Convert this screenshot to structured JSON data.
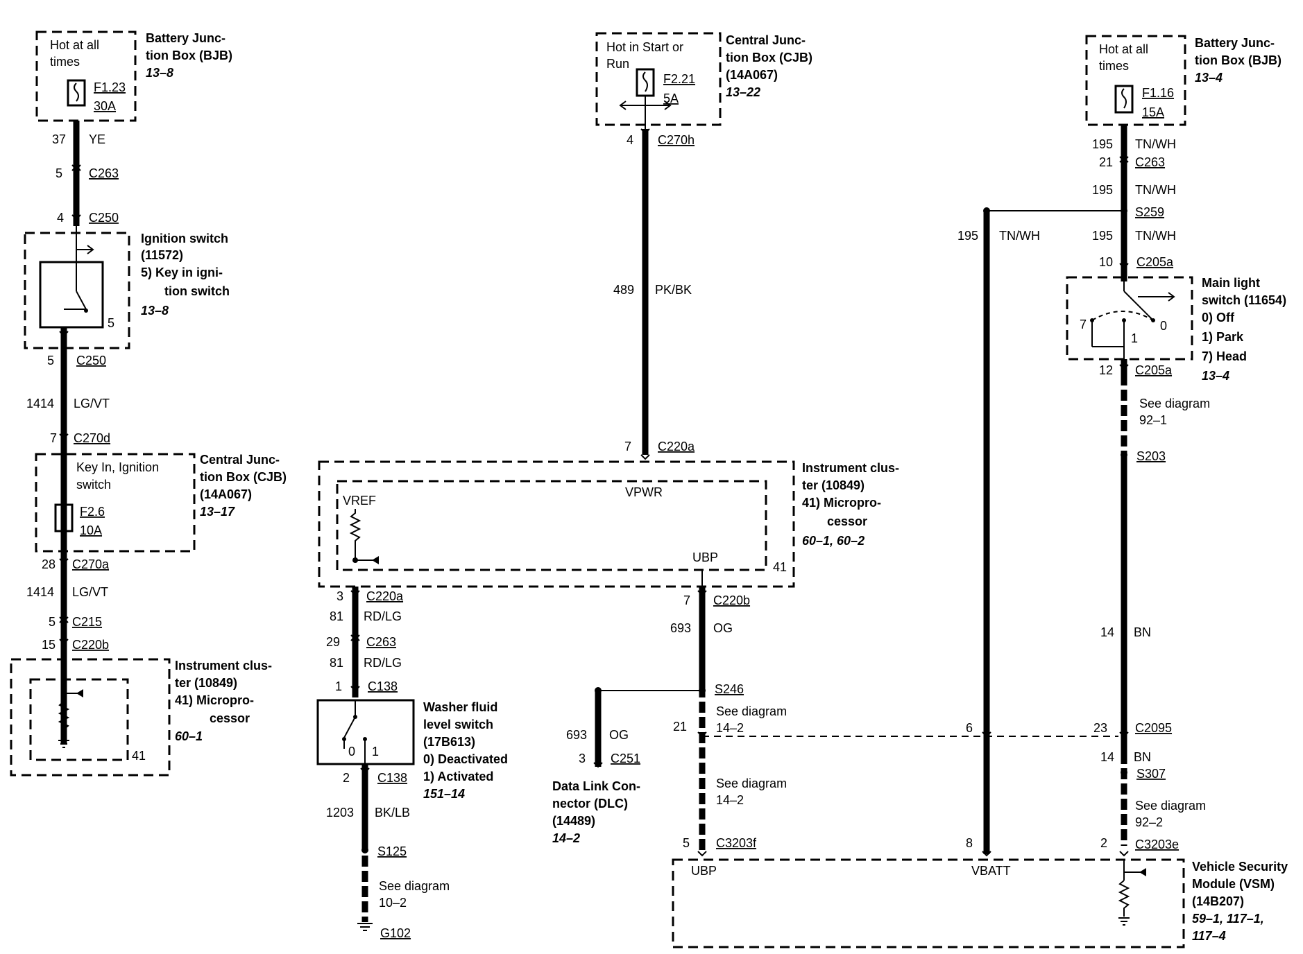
{
  "left": {
    "bjb_box": {
      "line1": "Hot at all",
      "line2": "times"
    },
    "bjb_label": {
      "line1": "Battery Junc-",
      "line2": "tion Box (BJB)",
      "ref": "13–8"
    },
    "fuse": {
      "id": "F1.23",
      "rating": "30A"
    },
    "w1": {
      "circuit": "37",
      "color": "YE"
    },
    "c263": {
      "pin": "5",
      "name": "C263"
    },
    "c250_top": {
      "pin": "4",
      "name": "C250"
    },
    "ign": {
      "line1": "Ignition switch",
      "line2": "(11572)",
      "line3": "5)   Key in igni-",
      "line4": "tion switch",
      "ref": "13–8",
      "pos": "5"
    },
    "c250_bot": {
      "pin": "5",
      "name": "C250"
    },
    "w2": {
      "circuit": "1414",
      "color": "LG/VT"
    },
    "c270d": {
      "pin": "7",
      "name": "C270d"
    },
    "cjb_box": {
      "line1": "Key In, Ignition",
      "line2": "switch"
    },
    "cjb_label": {
      "line1": "Central Junc-",
      "line2": "tion Box (CJB)",
      "line3": "(14A067)",
      "ref": "13–17"
    },
    "fuse2": {
      "id": "F2.6",
      "rating": "10A"
    },
    "c270a": {
      "pin": "28",
      "name": "C270a"
    },
    "w3": {
      "circuit": "1414",
      "color": "LG/VT"
    },
    "c215": {
      "pin": "5",
      "name": "C215"
    },
    "c220b": {
      "pin": "15",
      "name": "C220b"
    },
    "ic": {
      "line1": "Instrument clus-",
      "line2": "ter (10849)",
      "line3": "41)    Micropro-",
      "line4": "cessor",
      "ref": "60–1",
      "pin": "41"
    }
  },
  "middle": {
    "cjb_box": {
      "line1": "Hot in Start or",
      "line2": "Run"
    },
    "cjb_label": {
      "line1": "Central Junc-",
      "line2": "tion Box (CJB)",
      "line3": "(14A067)",
      "ref": "13–22"
    },
    "fuse": {
      "id": "F2.21",
      "rating": "5A"
    },
    "c270h": {
      "pin": "4",
      "name": "C270h"
    },
    "w1": {
      "circuit": "489",
      "color": "PK/BK"
    },
    "c220a_top": {
      "pin": "7",
      "name": "C220a"
    },
    "ic": {
      "line1": "Instrument clus-",
      "line2": "ter (10849)",
      "line3": "41)  Micropro-",
      "line4": "cessor",
      "ref": "60–1, 60–2",
      "vpwr": "VPWR",
      "vref": "VREF",
      "ubp": "UBP",
      "pin": "41"
    },
    "c220a_bot": {
      "pin": "3",
      "name": "C220a"
    },
    "w2": {
      "circuit": "81",
      "color": "RD/LG"
    },
    "c263": {
      "pin": "29",
      "name": "C263"
    },
    "w3": {
      "circuit": "81",
      "color": "RD/LG"
    },
    "c138_top": {
      "pin": "1",
      "name": "C138"
    },
    "washer": {
      "line1": "Washer fluid",
      "line2": "level switch",
      "line3": "(17B613)",
      "line4": "0)    Deactivated",
      "line5": "1)    Activated",
      "ref": "151–14",
      "p0": "0",
      "p1": "1"
    },
    "c138_bot": {
      "pin": "2",
      "name": "C138"
    },
    "w4": {
      "circuit": "1203",
      "color": "BK/LB"
    },
    "s125": "S125",
    "see_10_2": {
      "line1": "See diagram",
      "line2": "10–2"
    },
    "g102": "G102",
    "c220b": {
      "pin": "7",
      "name": "C220b"
    },
    "w5": {
      "circuit": "693",
      "color": "OG"
    },
    "s246": "S246",
    "see_14_2a": {
      "line1": "See diagram",
      "line2": "14–2"
    },
    "pin21": "21",
    "see_14_2b": {
      "line1": "See diagram",
      "line2": "14–2"
    },
    "c3203f": {
      "pin": "5",
      "name": "C3203f"
    },
    "dlc_wire": {
      "circuit": "693",
      "color": "OG"
    },
    "c251": {
      "pin": "3",
      "name": "C251"
    },
    "dlc": {
      "line1": "Data Link Con-",
      "line2": "nector (DLC)",
      "line3": "(14489)",
      "ref": "14–2"
    }
  },
  "right": {
    "bjb_box": {
      "line1": "Hot at all",
      "line2": "times"
    },
    "bjb_label": {
      "line1": "Battery Junc-",
      "line2": "tion Box (BJB)",
      "ref": "13–4"
    },
    "fuse": {
      "id": "F1.16",
      "rating": "15A"
    },
    "w1": {
      "circuit": "195",
      "color": "TN/WH"
    },
    "c263": {
      "pin": "21",
      "name": "C263"
    },
    "w2": {
      "circuit": "195",
      "color": "TN/WH"
    },
    "s259": "S259",
    "w3": {
      "circuit": "195",
      "color": "TN/WH"
    },
    "wvb": {
      "circuit": "195",
      "color": "TN/WH"
    },
    "c205a_top": {
      "pin": "10",
      "name": "C205a"
    },
    "mls": {
      "line1": "Main light",
      "line2": "switch (11654)",
      "line3": "0)    Off",
      "line4": "1)    Park",
      "line5": "7)    Head",
      "ref": "13–4",
      "p7": "7",
      "p0": "0",
      "p1": "1"
    },
    "c205a_bot": {
      "pin": "12",
      "name": "C205a"
    },
    "see_92_1": {
      "line1": "See diagram",
      "line2": "92–1"
    },
    "s203": "S203",
    "w4": {
      "circuit": "14",
      "color": "BN"
    },
    "pin6": "6",
    "c2095": {
      "pin": "23",
      "name": "C2095"
    },
    "w5": {
      "circuit": "14",
      "color": "BN"
    },
    "s307": "S307",
    "see_92_2": {
      "line1": "See diagram",
      "line2": "92–2"
    },
    "pin8": "8",
    "c3203e": {
      "pin": "2",
      "name": "C3203e"
    },
    "vsm": {
      "ubp": "UBP",
      "vbatt": "VBATT",
      "line1": "Vehicle Security",
      "line2": "Module (VSM)",
      "line3": "(14B207)",
      "ref1": "59–1, 117–1,",
      "ref2": "117–4"
    }
  }
}
